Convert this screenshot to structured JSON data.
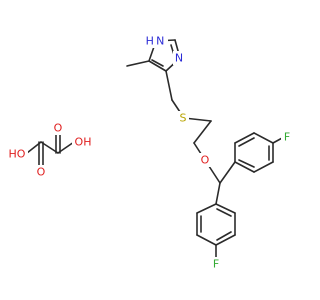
{
  "colors": {
    "bond": "#2b2b2b",
    "carbon": "#2b2b2b",
    "nitrogen": "#2b2bd6",
    "oxygen": "#e02020",
    "sulfur": "#b8a400",
    "fluorine": "#33aa33"
  },
  "labels": {
    "nh": "H N",
    "n": "N",
    "s": "S",
    "o_ether": "O",
    "f_top": "F",
    "f_bottom": "F",
    "ho": "HO",
    "oh": "OH",
    "o_top": "O",
    "o_bottom": "O"
  }
}
